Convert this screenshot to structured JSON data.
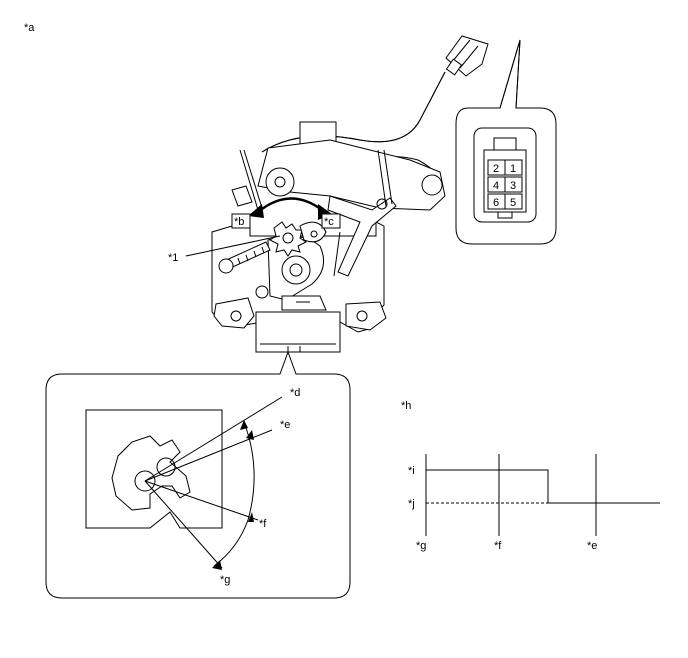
{
  "labels": {
    "a": "*a",
    "b": "*b",
    "c": "*c",
    "one": "*1",
    "d": "*d",
    "e": "*e",
    "f": "*f",
    "g": "*g",
    "h": "*h",
    "i": "*i",
    "j": "*j",
    "graph_g": "*g",
    "graph_f": "*f",
    "graph_e": "*e"
  },
  "connector_pins": [
    "2",
    "1",
    "4",
    "3",
    "6",
    "5"
  ]
}
